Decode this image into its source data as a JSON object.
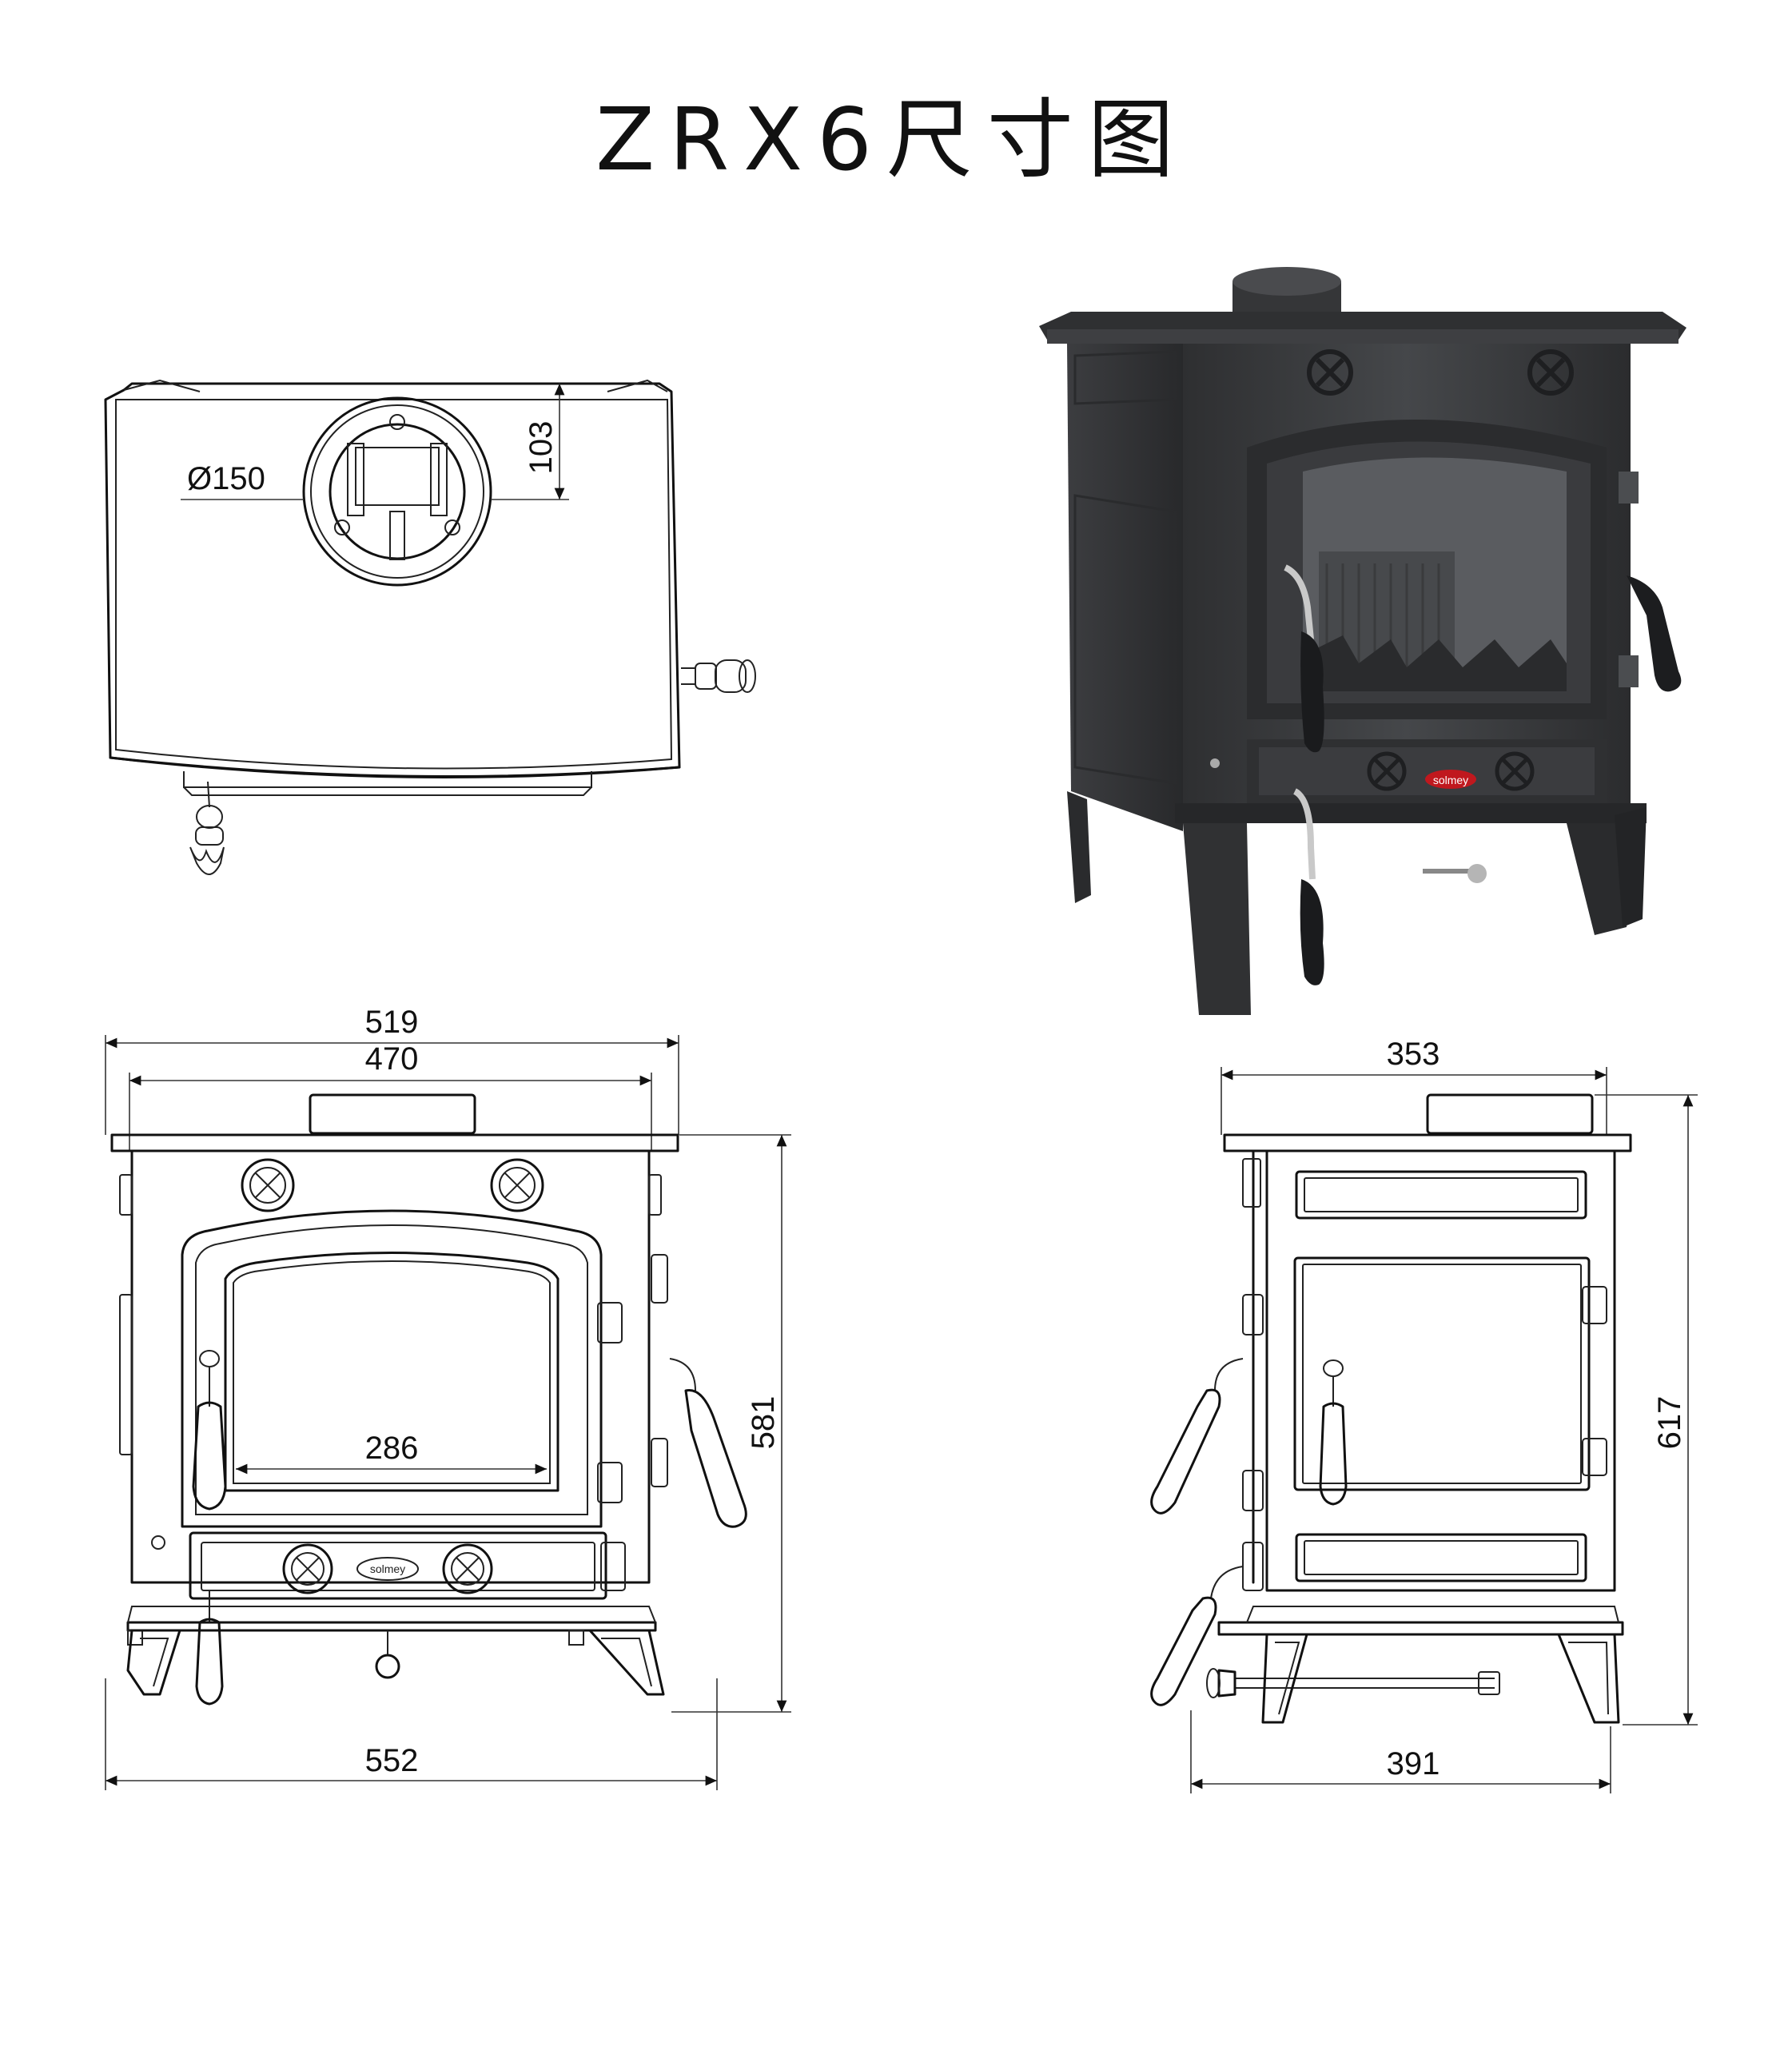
{
  "title": "ZRX6尺寸图",
  "top_view": {
    "flue_diameter": "Ø150",
    "flue_offset": "103"
  },
  "front_view": {
    "overall_width": "519",
    "top_width": "470",
    "glass_width": "286",
    "height": "581",
    "base_width": "552"
  },
  "side_view": {
    "top_depth": "353",
    "height": "617",
    "base_depth": "391"
  },
  "brand_badge": "solmey",
  "colors": {
    "line": "#111111",
    "stove_body": "#3a3b3d",
    "stove_dark": "#232426",
    "brand_badge": "#c0181e",
    "fire_back": "#55575a"
  }
}
